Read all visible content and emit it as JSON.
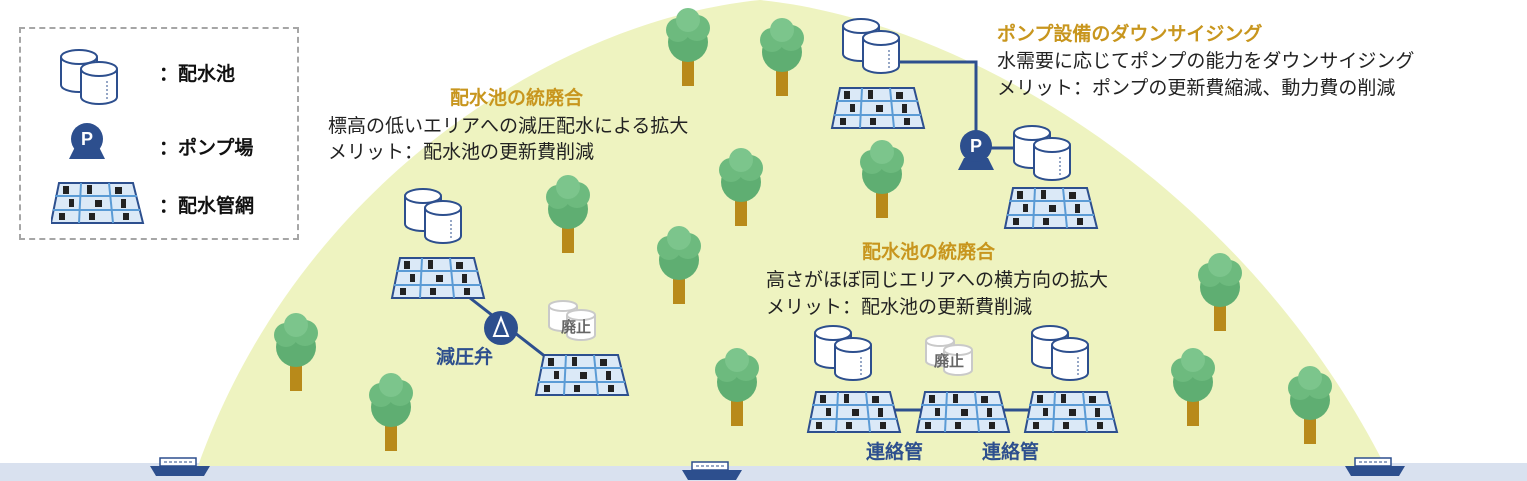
{
  "legend": {
    "reservoir_label": "：配水池",
    "pump_label": "：ポンプ場",
    "network_label": "：配水管網",
    "pump_letter": "P"
  },
  "blocks": {
    "left": {
      "title": "配水池の統廃合",
      "line1": "標高の低いエリアへの減圧配水による拡大",
      "line2": "メリット：配水池の更新費削減"
    },
    "top_right": {
      "title": "ポンプ設備のダウンサイジング",
      "line1": "水需要に応じてポンプの能力をダウンサイジング",
      "line2": "メリット：ポンプの更新費縮減、動力費の削減"
    },
    "middle_right": {
      "title": "配水池の統廃合",
      "line1": "高さがほぼ同じエリアへの横方向の拡大",
      "line2": "メリット：配水池の更新費削減"
    }
  },
  "labels": {
    "pressure_valve": "減圧弁",
    "abolished": "廃止",
    "connection_pipe": "連絡管"
  },
  "colors": {
    "hill": "#eef3c0",
    "water": "#d9e1ef",
    "navy": "#2d4f8e",
    "gold": "#c8961e",
    "tree_green": "#5fae72",
    "trunk": "#b88a1a"
  }
}
